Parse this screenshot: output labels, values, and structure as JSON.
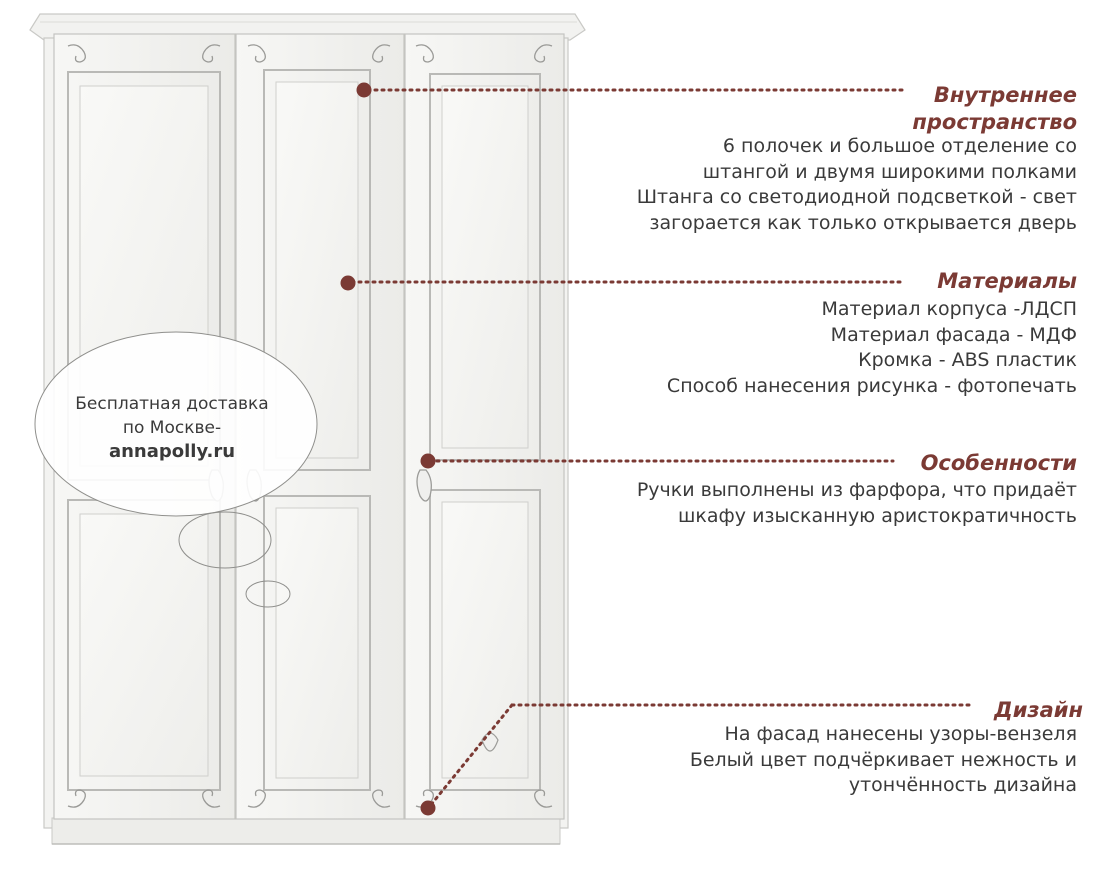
{
  "colors": {
    "accent": "#7b3a34",
    "text": "#3a3a3a",
    "cabinet": "#f4f4f2",
    "cabinet_shadow": "#d8d8d5",
    "dot": "#7b3a34"
  },
  "sections": [
    {
      "title_lines": [
        "Внутреннее",
        "пространство"
      ],
      "lines": [
        "6 полочек и большое отделение со",
        "штангой и двумя широкими полками",
        "Штанга со светодиодной подсветкой - свет",
        "загорается как только открывается дверь"
      ]
    },
    {
      "title_lines": [
        "Материалы"
      ],
      "lines": [
        "Материал корпуса -ЛДСП",
        "Материал фасада - МДФ",
        "Кромка - ABS пластик",
        "Способ нанесения рисунка - фотопечать"
      ]
    },
    {
      "title_lines": [
        "Особенности"
      ],
      "lines": [
        "Ручки выполнены из фарфора, что придаёт",
        "шкафу изысканную аристократичность"
      ]
    },
    {
      "title_lines": [
        "Дизайн"
      ],
      "lines": [
        "На фасад нанесены узоры-вензеля",
        "Белый цвет подчёркивает нежность и",
        "утончённость дизайна"
      ]
    }
  ],
  "delivery": {
    "line1": "Бесплатная доставка",
    "line2": "по Москве-",
    "site": "annapolly.ru"
  },
  "icons": {
    "scroll": "ornament-icon",
    "handle": "door-handle-icon",
    "marker": "callout-dot-icon"
  }
}
